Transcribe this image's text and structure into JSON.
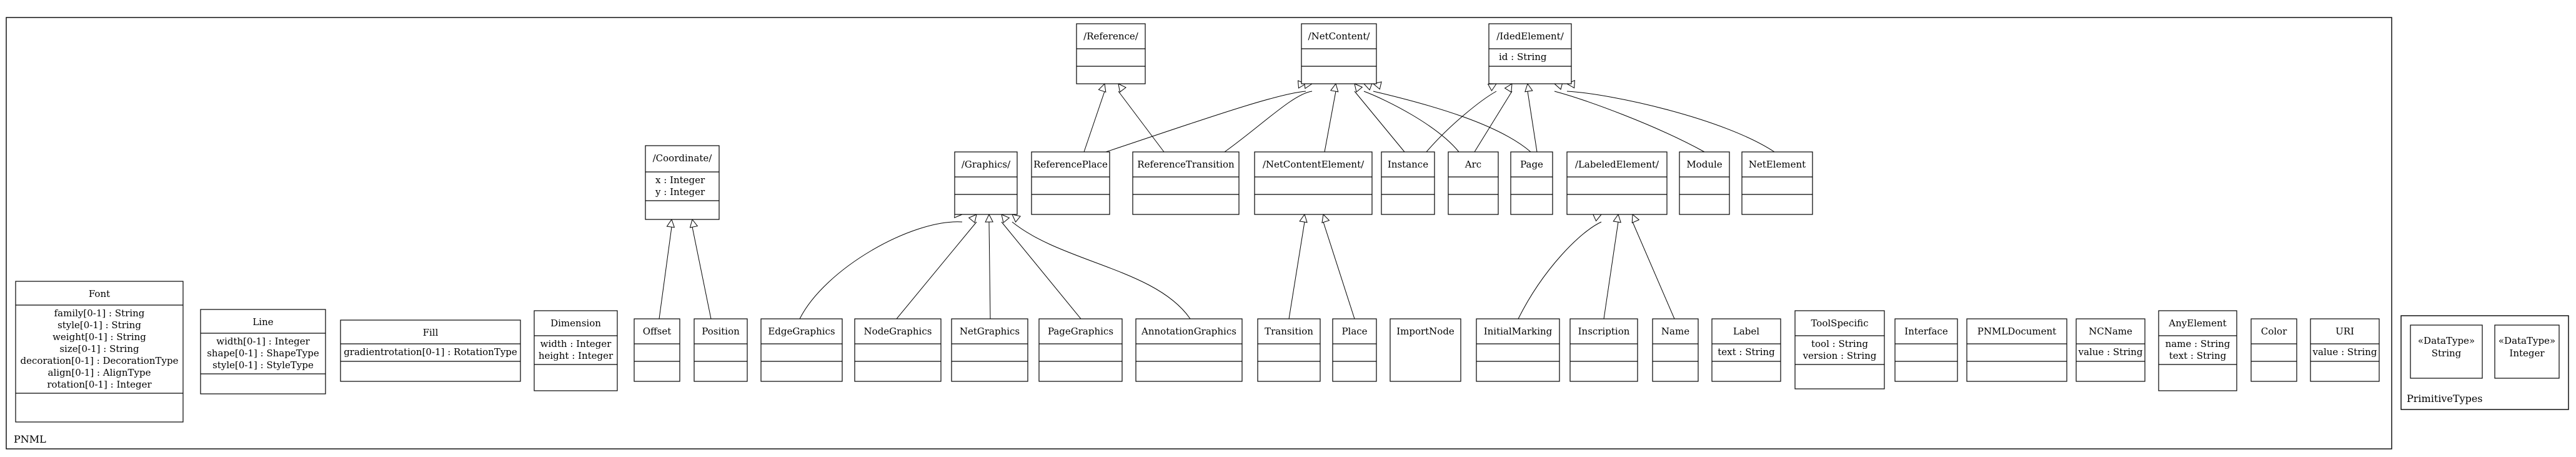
{
  "packages": [
    {
      "id": "PNML",
      "label": "PNML"
    },
    {
      "id": "PrimitiveTypes",
      "label": "PrimitiveTypes"
    }
  ],
  "classes": [
    {
      "id": "Reference",
      "name": "/Reference/",
      "attrs": []
    },
    {
      "id": "NetContent",
      "name": "/NetContent/",
      "attrs": []
    },
    {
      "id": "IdedElement",
      "name": "/IdedElement/",
      "attrs": [
        "id : String"
      ]
    },
    {
      "id": "Coordinate",
      "name": "/Coordinate/",
      "attrs": [
        "x : Integer",
        "y : Integer"
      ]
    },
    {
      "id": "Graphics",
      "name": "/Graphics/",
      "attrs": []
    },
    {
      "id": "ReferencePlace",
      "name": "ReferencePlace",
      "attrs": []
    },
    {
      "id": "ReferenceTransition",
      "name": "ReferenceTransition",
      "attrs": []
    },
    {
      "id": "NetContentElement",
      "name": "/NetContentElement/",
      "attrs": []
    },
    {
      "id": "Instance",
      "name": "Instance",
      "attrs": []
    },
    {
      "id": "Arc",
      "name": "Arc",
      "attrs": []
    },
    {
      "id": "Page",
      "name": "Page",
      "attrs": []
    },
    {
      "id": "LabeledElement",
      "name": "/LabeledElement/",
      "attrs": []
    },
    {
      "id": "Module",
      "name": "Module",
      "attrs": []
    },
    {
      "id": "NetElement",
      "name": "NetElement",
      "attrs": []
    },
    {
      "id": "Font",
      "name": "Font",
      "attrs": [
        "family[0-1] : String",
        "style[0-1] : String",
        "weight[0-1] : String",
        "size[0-1] : String",
        "decoration[0-1] : DecorationType",
        "align[0-1] : AlignType",
        "rotation[0-1] : Integer"
      ]
    },
    {
      "id": "Line",
      "name": "Line",
      "attrs": [
        "width[0-1] : Integer",
        "shape[0-1] : ShapeType",
        "style[0-1] : StyleType"
      ]
    },
    {
      "id": "Fill",
      "name": "Fill",
      "attrs": [
        "gradientrotation[0-1] : RotationType"
      ]
    },
    {
      "id": "Dimension",
      "name": "Dimension",
      "attrs": [
        "width : Integer",
        "height : Integer"
      ]
    },
    {
      "id": "Offset",
      "name": "Offset",
      "attrs": []
    },
    {
      "id": "Position",
      "name": "Position",
      "attrs": []
    },
    {
      "id": "EdgeGraphics",
      "name": "EdgeGraphics",
      "attrs": []
    },
    {
      "id": "NodeGraphics",
      "name": "NodeGraphics",
      "attrs": []
    },
    {
      "id": "NetGraphics",
      "name": "NetGraphics",
      "attrs": []
    },
    {
      "id": "PageGraphics",
      "name": "PageGraphics",
      "attrs": []
    },
    {
      "id": "AnnotationGraphics",
      "name": "AnnotationGraphics",
      "attrs": []
    },
    {
      "id": "Transition",
      "name": "Transition",
      "attrs": []
    },
    {
      "id": "Place",
      "name": "Place",
      "attrs": []
    },
    {
      "id": "ImportNode",
      "name": "ImportNode",
      "attrs": [],
      "noBody": true
    },
    {
      "id": "InitialMarking",
      "name": "InitialMarking",
      "attrs": []
    },
    {
      "id": "Inscription",
      "name": "Inscription",
      "attrs": []
    },
    {
      "id": "Name",
      "name": "Name",
      "attrs": []
    },
    {
      "id": "Label",
      "name": "Label",
      "attrs": [
        "text : String"
      ]
    },
    {
      "id": "ToolSpecific",
      "name": "ToolSpecific",
      "attrs": [
        "tool : String",
        "version : String"
      ]
    },
    {
      "id": "Interface",
      "name": "Interface",
      "attrs": []
    },
    {
      "id": "PNMLDocument",
      "name": "PNMLDocument",
      "attrs": []
    },
    {
      "id": "NCName",
      "name": "NCName",
      "attrs": [
        "value : String"
      ]
    },
    {
      "id": "AnyElement",
      "name": "AnyElement",
      "attrs": [
        "name : String",
        "text : String"
      ]
    },
    {
      "id": "Color",
      "name": "Color",
      "attrs": []
    },
    {
      "id": "URI",
      "name": "URI",
      "attrs": [
        "value : String"
      ]
    },
    {
      "id": "String",
      "stereotype": "«DataType»",
      "name": "String",
      "attrs": [],
      "noBody": true
    },
    {
      "id": "Integer",
      "stereotype": "«DataType»",
      "name": "Integer",
      "attrs": [],
      "noBody": true
    }
  ],
  "generalizations": [
    {
      "from": "ReferencePlace",
      "to": "Reference"
    },
    {
      "from": "ReferenceTransition",
      "to": "Reference"
    },
    {
      "from": "ReferencePlace",
      "to": "NetContent"
    },
    {
      "from": "ReferenceTransition",
      "to": "NetContent"
    },
    {
      "from": "NetContentElement",
      "to": "NetContent"
    },
    {
      "from": "Instance",
      "to": "NetContent"
    },
    {
      "from": "Arc",
      "to": "NetContent"
    },
    {
      "from": "Page",
      "to": "NetContent"
    },
    {
      "from": "Instance",
      "to": "IdedElement"
    },
    {
      "from": "Arc",
      "to": "IdedElement"
    },
    {
      "from": "Page",
      "to": "IdedElement"
    },
    {
      "from": "Module",
      "to": "IdedElement"
    },
    {
      "from": "NetElement",
      "to": "IdedElement"
    },
    {
      "from": "Offset",
      "to": "Coordinate"
    },
    {
      "from": "Position",
      "to": "Coordinate"
    },
    {
      "from": "EdgeGraphics",
      "to": "Graphics"
    },
    {
      "from": "NodeGraphics",
      "to": "Graphics"
    },
    {
      "from": "NetGraphics",
      "to": "Graphics"
    },
    {
      "from": "PageGraphics",
      "to": "Graphics"
    },
    {
      "from": "AnnotationGraphics",
      "to": "Graphics"
    },
    {
      "from": "Transition",
      "to": "NetContentElement"
    },
    {
      "from": "Place",
      "to": "NetContentElement"
    },
    {
      "from": "InitialMarking",
      "to": "LabeledElement"
    },
    {
      "from": "Inscription",
      "to": "LabeledElement"
    },
    {
      "from": "Name",
      "to": "LabeledElement"
    }
  ]
}
